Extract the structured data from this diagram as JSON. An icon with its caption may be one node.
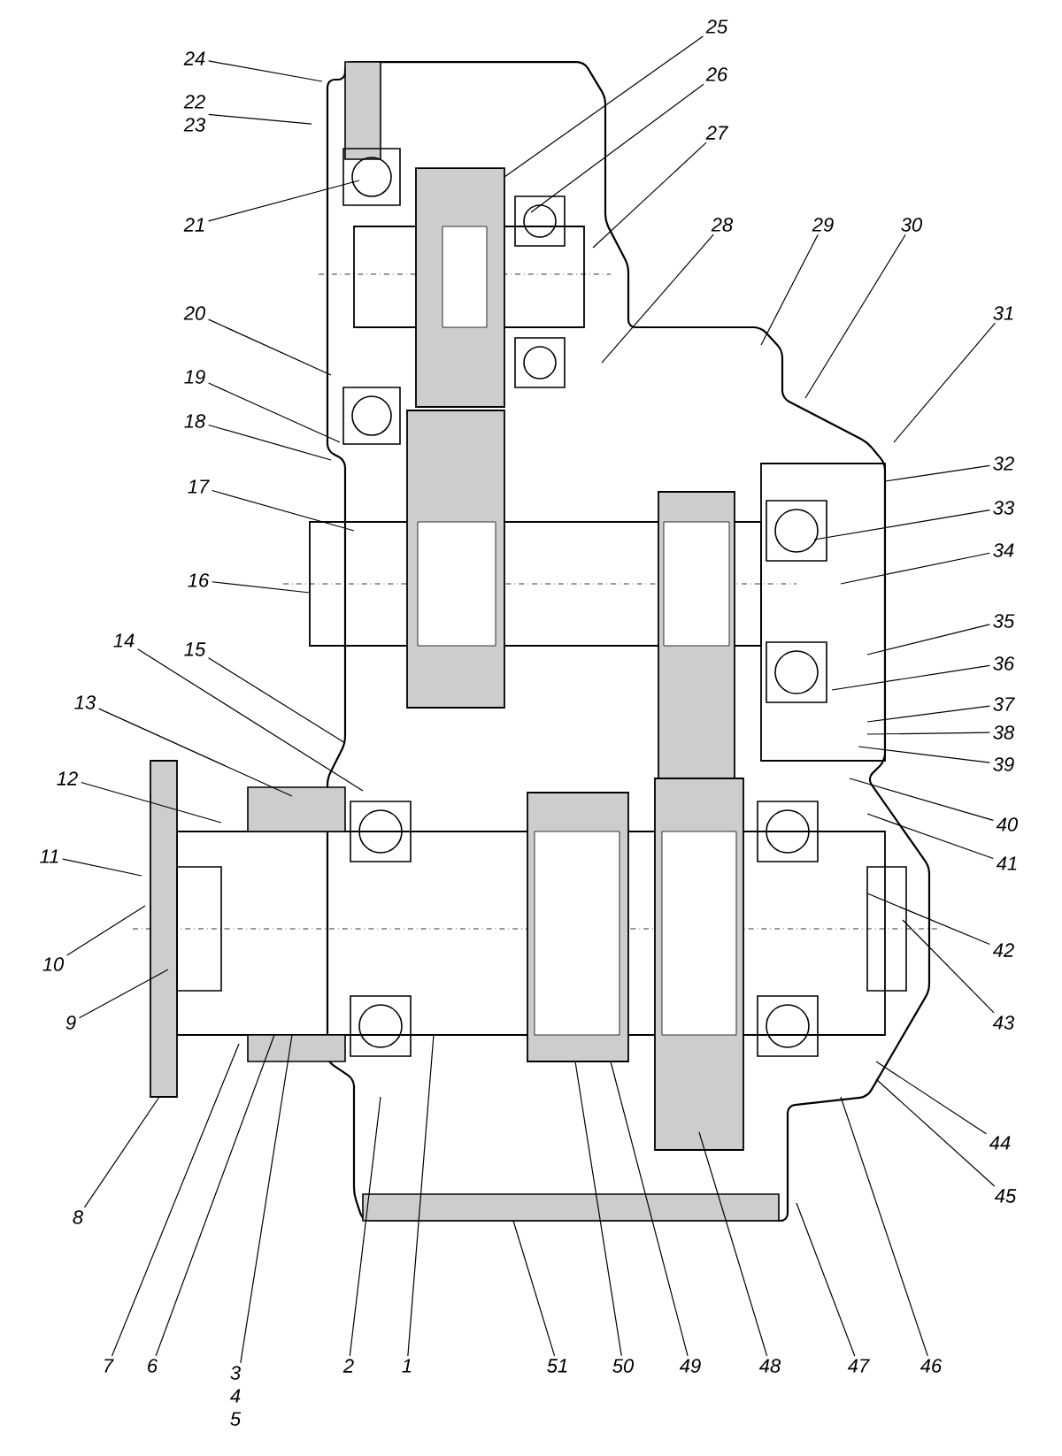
{
  "diagram": {
    "nodes": [
      {
        "text": [
          "1"
        ]
      },
      {
        "text": [
          "2"
        ]
      },
      {
        "text": [
          "3",
          "4",
          "5"
        ]
      },
      {
        "text": [
          "6"
        ]
      },
      {
        "text": [
          "7"
        ]
      },
      {
        "text": [
          "8"
        ]
      },
      {
        "text": [
          "9"
        ]
      },
      {
        "text": [
          "10"
        ]
      },
      {
        "text": [
          "11"
        ]
      },
      {
        "text": [
          "12"
        ]
      },
      {
        "text": [
          "13"
        ]
      },
      {
        "text": [
          "14"
        ]
      },
      {
        "text": [
          "15"
        ]
      },
      {
        "text": [
          "16"
        ]
      },
      {
        "text": [
          "17"
        ]
      },
      {
        "text": [
          "18"
        ]
      },
      {
        "text": [
          "19"
        ]
      },
      {
        "text": [
          "20"
        ]
      },
      {
        "text": [
          "21"
        ]
      },
      {
        "text": [
          "22",
          "23"
        ]
      },
      {
        "text": [
          "24"
        ]
      },
      {
        "text": [
          "25"
        ]
      },
      {
        "text": [
          "26"
        ]
      },
      {
        "text": [
          "27"
        ]
      },
      {
        "text": [
          "28"
        ]
      },
      {
        "text": [
          "29"
        ]
      },
      {
        "text": [
          "30"
        ]
      },
      {
        "text": [
          "31"
        ]
      },
      {
        "text": [
          "32"
        ]
      },
      {
        "text": [
          "33"
        ]
      },
      {
        "text": [
          "34"
        ]
      },
      {
        "text": [
          "35"
        ]
      },
      {
        "text": [
          "36"
        ]
      },
      {
        "text": [
          "37"
        ]
      },
      {
        "text": [
          "38"
        ]
      },
      {
        "text": [
          "39"
        ]
      },
      {
        "text": [
          "40"
        ]
      },
      {
        "text": [
          "41"
        ]
      },
      {
        "text": [
          "42"
        ]
      },
      {
        "text": [
          "43"
        ]
      },
      {
        "text": [
          "44"
        ]
      },
      {
        "text": [
          "45"
        ]
      },
      {
        "text": [
          "46"
        ]
      },
      {
        "text": [
          "47"
        ]
      },
      {
        "text": [
          "48"
        ]
      },
      {
        "text": [
          "49"
        ]
      },
      {
        "text": [
          "50"
        ]
      },
      {
        "text": [
          "51"
        ]
      },
      {
        "text": [],
        "shape": "picture"
      }
    ],
    "edges": [
      {
        "from": 0,
        "to": 48,
        "arrow": "none"
      },
      {
        "from": 1,
        "to": 48,
        "arrow": "none"
      },
      {
        "from": 2,
        "to": 48,
        "arrow": "none"
      },
      {
        "from": 3,
        "to": 48,
        "arrow": "none"
      },
      {
        "from": 4,
        "to": 48,
        "arrow": "none"
      },
      {
        "from": 5,
        "to": 48,
        "arrow": "none"
      },
      {
        "from": 6,
        "to": 48,
        "arrow": "none"
      },
      {
        "from": 7,
        "to": 48,
        "arrow": "none"
      },
      {
        "from": 8,
        "to": 48,
        "arrow": "none"
      },
      {
        "from": 9,
        "to": 48,
        "arrow": "none"
      },
      {
        "from": 10,
        "to": 48,
        "arrow": "none"
      },
      {
        "from": 11,
        "to": 48,
        "arrow": "none"
      },
      {
        "from": 12,
        "to": 48,
        "arrow": "none"
      },
      {
        "from": 13,
        "to": 48,
        "arrow": "none"
      },
      {
        "from": 14,
        "to": 48,
        "arrow": "none"
      },
      {
        "from": 15,
        "to": 48,
        "arrow": "none"
      },
      {
        "from": 16,
        "to": 48,
        "arrow": "none"
      },
      {
        "from": 17,
        "to": 48,
        "arrow": "none"
      },
      {
        "from": 18,
        "to": 48,
        "arrow": "none"
      },
      {
        "from": 19,
        "to": 48,
        "arrow": "none"
      },
      {
        "from": 20,
        "to": 48,
        "arrow": "none"
      },
      {
        "from": 21,
        "to": 48,
        "arrow": "none"
      },
      {
        "from": 22,
        "to": 48,
        "arrow": "none"
      },
      {
        "from": 23,
        "to": 48,
        "arrow": "none"
      },
      {
        "from": 24,
        "to": 48,
        "arrow": "none"
      },
      {
        "from": 25,
        "to": 48,
        "arrow": "none"
      },
      {
        "from": 26,
        "to": 48,
        "arrow": "none"
      },
      {
        "from": 27,
        "to": 48,
        "arrow": "none"
      },
      {
        "from": 28,
        "to": 48,
        "arrow": "none"
      },
      {
        "from": 29,
        "to": 48,
        "arrow": "none"
      },
      {
        "from": 30,
        "to": 48,
        "arrow": "none"
      },
      {
        "from": 31,
        "to": 48,
        "arrow": "none"
      },
      {
        "from": 32,
        "to": 48,
        "arrow": "none"
      },
      {
        "from": 33,
        "to": 48,
        "arrow": "none"
      },
      {
        "from": 34,
        "to": 48,
        "arrow": "none"
      },
      {
        "from": 35,
        "to": 48,
        "arrow": "none"
      },
      {
        "from": 36,
        "to": 48,
        "arrow": "none"
      },
      {
        "from": 37,
        "to": 48,
        "arrow": "none"
      },
      {
        "from": 38,
        "to": 48,
        "arrow": "none"
      },
      {
        "from": 39,
        "to": 48,
        "arrow": "none"
      },
      {
        "from": 40,
        "to": 48,
        "arrow": "none"
      },
      {
        "from": 41,
        "to": 48,
        "arrow": "none"
      },
      {
        "from": 42,
        "to": 48,
        "arrow": "none"
      },
      {
        "from": 43,
        "to": 48,
        "arrow": "none"
      },
      {
        "from": 44,
        "to": 48,
        "arrow": "none"
      },
      {
        "from": 45,
        "to": 48,
        "arrow": "none"
      },
      {
        "from": 46,
        "to": 48,
        "arrow": "none"
      },
      {
        "from": 47,
        "to": 48,
        "arrow": "none"
      }
    ]
  }
}
